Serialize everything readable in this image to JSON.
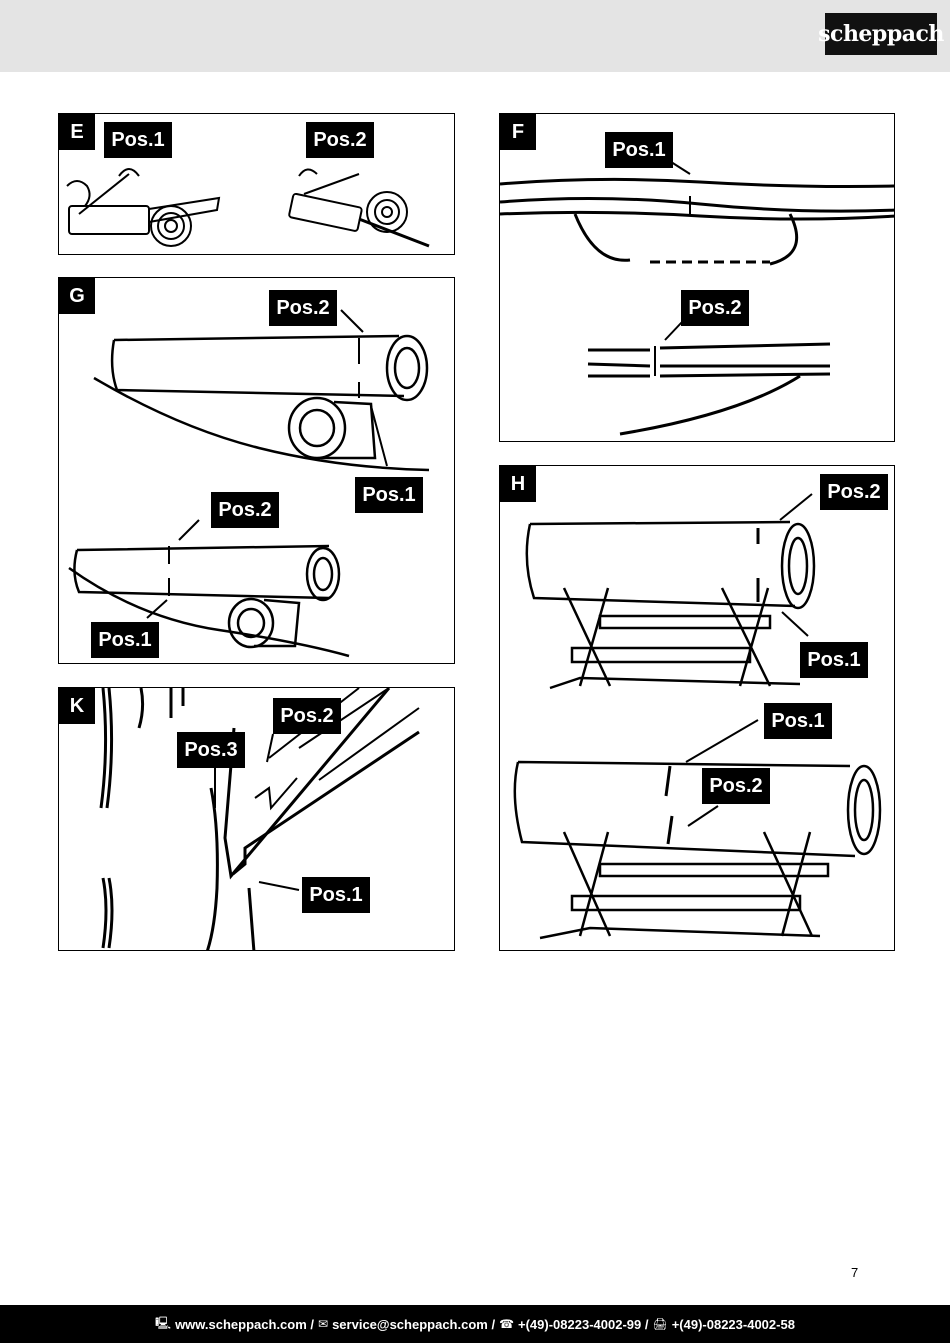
{
  "header": {
    "brand": "scheppach"
  },
  "panels": {
    "E": {
      "letter": "E",
      "labels": [
        "Pos.1",
        "Pos.2"
      ]
    },
    "F": {
      "letter": "F",
      "labels": [
        "Pos.1",
        "Pos.2"
      ]
    },
    "G": {
      "letter": "G",
      "labels": [
        "Pos.2",
        "Pos.1",
        "Pos.2",
        "Pos.1"
      ]
    },
    "H": {
      "letter": "H",
      "labels": [
        "Pos.2",
        "Pos.1",
        "Pos.1",
        "Pos.2"
      ]
    },
    "K": {
      "letter": "K",
      "labels": [
        "Pos.2",
        "Pos.3",
        "Pos.1"
      ]
    }
  },
  "page_number": "7",
  "footer": {
    "website_icon": "computer-icon",
    "website": "www.scheppach.com /",
    "email_icon": "mail-icon",
    "email": "service@scheppach.com /",
    "phone_icon": "phone-icon",
    "phone": "+(49)-08223-4002-99 /",
    "fax_icon": "fax-icon",
    "fax": "+(49)-08223-4002-58"
  }
}
